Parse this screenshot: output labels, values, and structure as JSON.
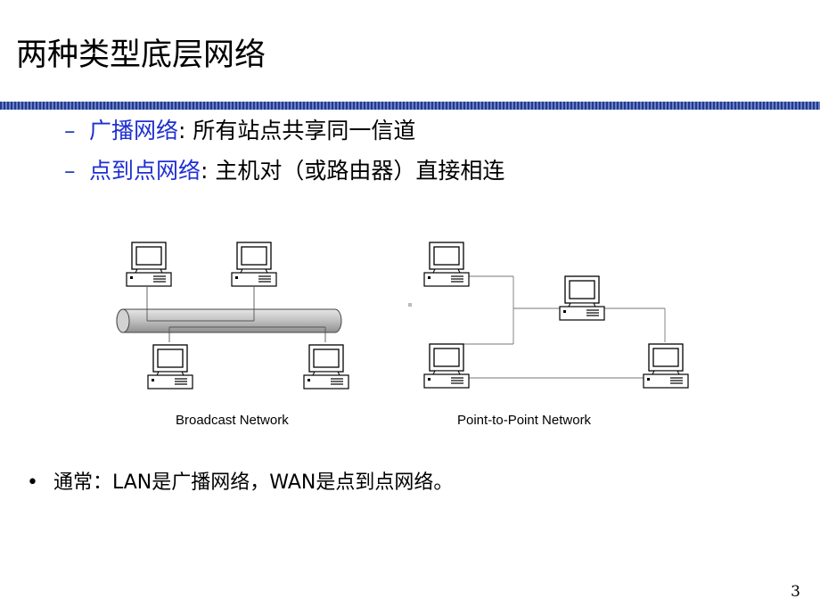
{
  "title": "两种类型底层网络",
  "bullets": [
    {
      "dash": "–",
      "highlight": "广播网络",
      "rest": ": 所有站点共享同一信道"
    },
    {
      "dash": "–",
      "highlight": "点到点网络",
      "rest": ": 主机对（或路由器）直接相连"
    }
  ],
  "diagrams": {
    "broadcast_caption": "Broadcast Network",
    "p2p_caption": "Point-to-Point Network"
  },
  "note": {
    "bullet": "•",
    "text": "通常：LAN是广播网络，WAN是点到点网络。"
  },
  "page_number": "3",
  "colors": {
    "accent": "#1e2fd2",
    "rule": "#1f3a93"
  }
}
